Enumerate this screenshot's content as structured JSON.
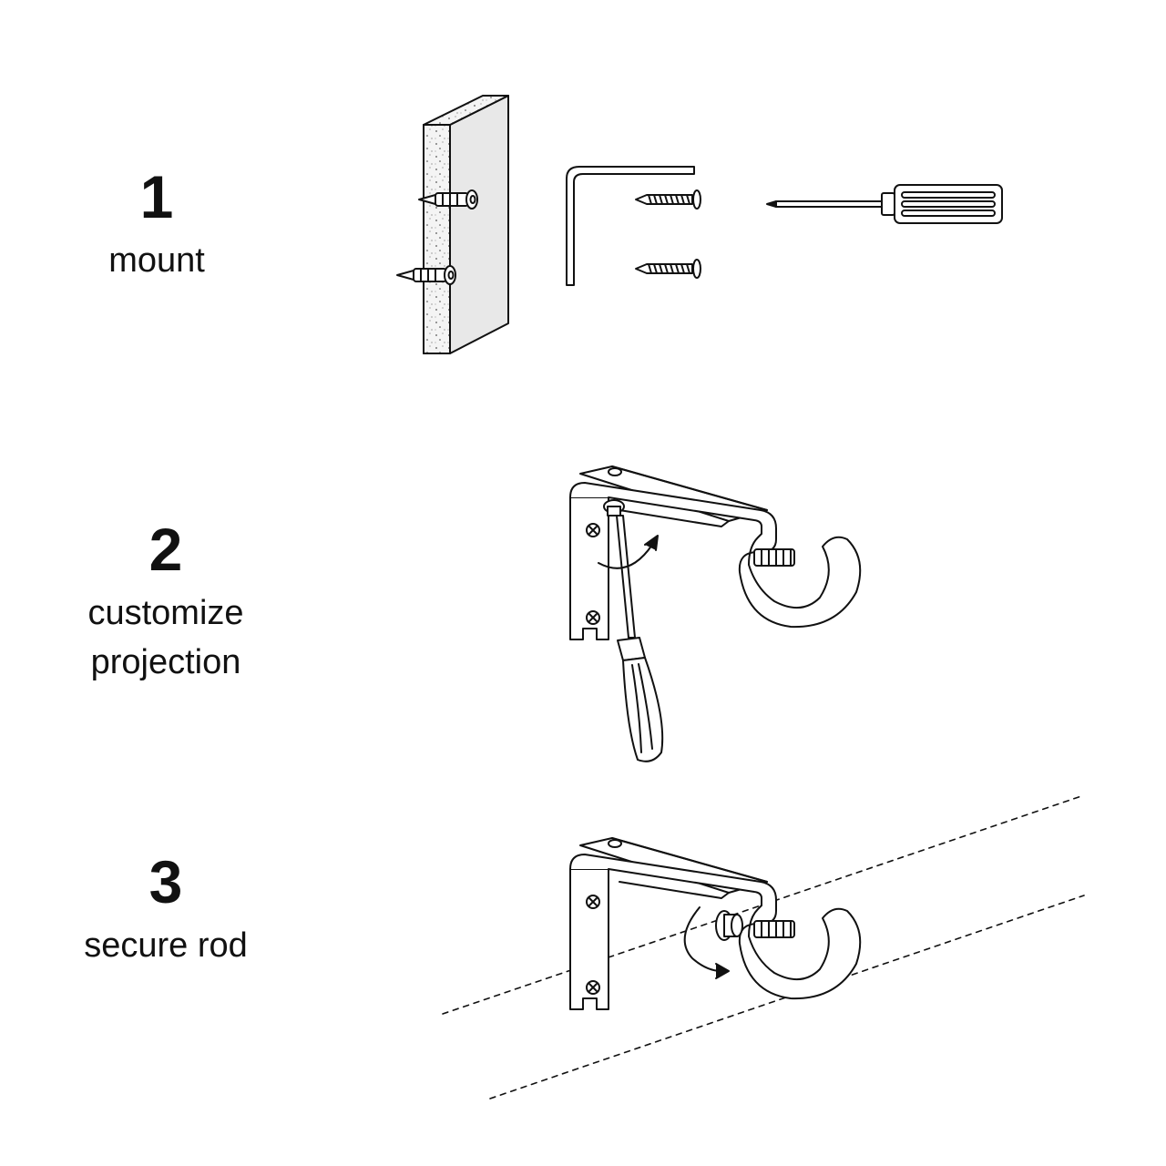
{
  "steps": [
    {
      "number": "1",
      "label": "mount"
    },
    {
      "number": "2",
      "label": "customize projection"
    },
    {
      "number": "3",
      "label": "secure rod"
    }
  ],
  "icons": [
    "drywall-panel-icon",
    "wall-anchor-icon",
    "allen-key-icon",
    "wood-screw-icon",
    "screwdriver-icon",
    "curtain-bracket-icon",
    "rotation-arrow-icon",
    "curtain-rod-outline"
  ],
  "colors": {
    "ink": "#111111",
    "panel-face": "#e8e8e8",
    "panel-edge": "#f4f4f4",
    "background": "#ffffff"
  }
}
